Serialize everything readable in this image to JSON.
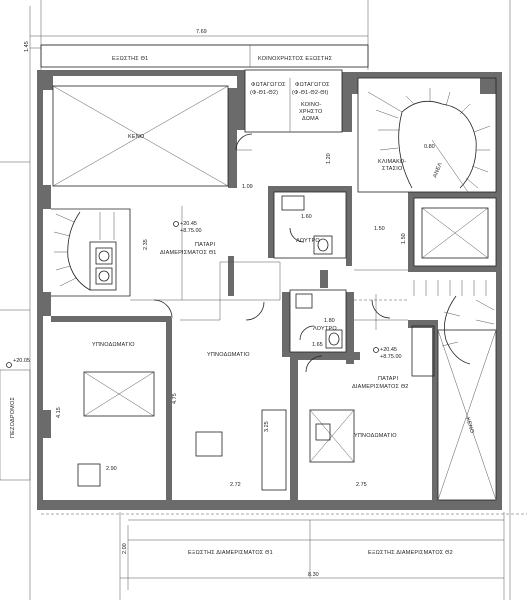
{
  "rooms": {
    "veranda_top": "ΕΞΩΣΤΗΣ Θ1",
    "common_veranda": "ΚΟΙΝΟΧΡΗΣΤΟΣ ΕΞΩΣΤΗΣ",
    "void_left": "ΚΕΝΟ",
    "light_well_left": "ΦΩΤΑΓΩΓΟΣ",
    "light_well_left_code": "(Φ-Θ1-Θ2)",
    "light_well_right": "ΦΩΤΑΓΩΓΟΣ",
    "light_well_right_code": "(Φ-Θ1-Θ2-ΘΙ)",
    "common_space_1": "ΚΟΙΝΟ-",
    "common_space_2": "ΧΡΗΣΤΟ",
    "common_space_3": "ΔΩΜΑ",
    "stairwell_1": "ΚΛΙΜΑΚΟ-",
    "stairwell_2": "ΣΤΑΣΙΟ",
    "lift": "ΑΝΕΛ",
    "landing_1": "ΠΑΤΑΡΙ",
    "landing_1b": "ΔΙΑΜΕΡΙΣΜΑΤΟΣ Θ1",
    "wc_1": "ΛΟΥΤΡΟ",
    "wc_2": "ΛΟΥΤΡΟ",
    "bedroom_1": "ΥΠΝΟΔΩΜΑΤΙΟ",
    "bedroom_2": "ΥΠΝΟΔΩΜΑΤΙΟ",
    "bedroom_3": "ΥΠΝΟΔΩΜΑΤΙΟ",
    "landing_2": "ΠΑΤΑΡΙ",
    "landing_2b": "ΔΙΑΜΕΡΙΣΜΑΤΟΣ Θ2",
    "void_right": "ΚΕΝΟ",
    "street": "ΠΕΖΟΔΡΟΜΟΣ",
    "veranda_bottom_1": "ΕΞΩΣΤΗΣ ΔΙΑΜΕΡΙΣΜΑΤΟΣ Θ1",
    "veranda_bottom_2": "ΕΞΩΣΤΗΣ ΔΙΑΜΕΡΙΣΜΑΤΟΣ Θ2"
  },
  "levels": {
    "l1_a": "+20.45",
    "l1_b": "+8.75.00",
    "l2_a": "+20.45",
    "l2_b": "+8.75.00",
    "street_level": "+20.05"
  },
  "dims": {
    "top_width": "7.69",
    "left_top": "1.45",
    "d_1_20": "1.20",
    "d_1_09": "1.09",
    "d_0_80": "0.80",
    "d_1_60": "1.60",
    "d_1_50": "1.50",
    "d_1_50b": "1.50",
    "d_2_35": "2.35",
    "d_1_80": "1.80",
    "d_1_65": "1.65",
    "d_4_15": "4.15",
    "d_4_75": "4.75",
    "d_3_25": "3.25",
    "d_2_90": "2.90",
    "d_2_72": "2.72",
    "d_2_75": "2.75",
    "d_2_00": "2.00",
    "bottom_width": "8.30"
  }
}
